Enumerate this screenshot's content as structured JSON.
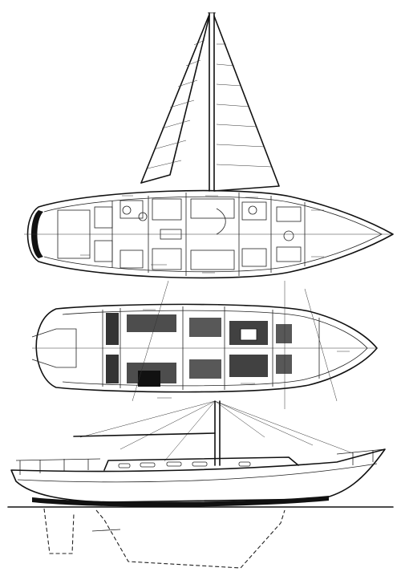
{
  "plan": {
    "views": [
      "sail-plan",
      "deck-plan",
      "accommodation-plan",
      "profile"
    ],
    "colors": {
      "ink": "#111111",
      "paper": "#ffffff"
    }
  }
}
